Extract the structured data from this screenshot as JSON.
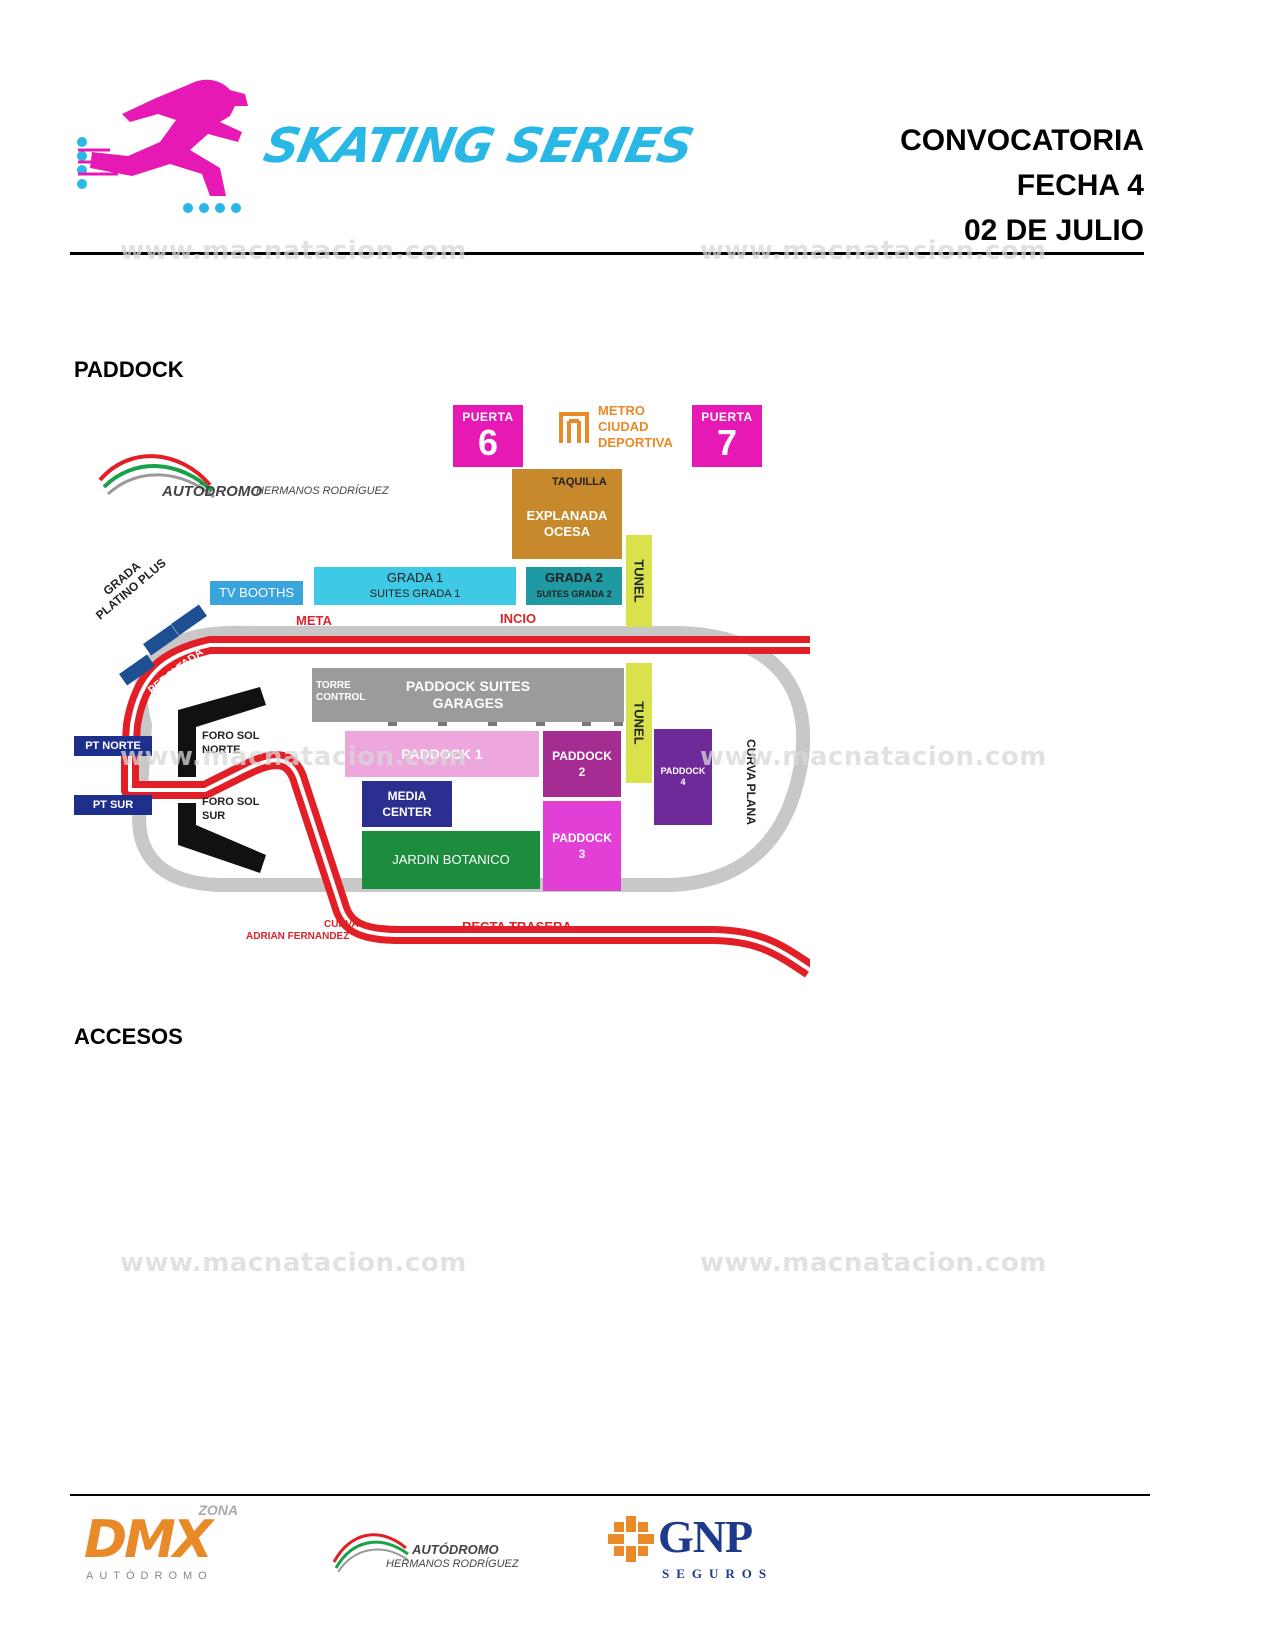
{
  "header": {
    "brand": "SKATING SERIES",
    "title_line1": "CONVOCATORIA",
    "title_line2": "FECHA 4",
    "title_line3": "02 DE JULIO"
  },
  "watermark": "www.macnatacion.com",
  "sections": {
    "paddock": "PADDOCK",
    "accesos": "ACCESOS"
  },
  "map": {
    "venue_word1": "AUTÓDROMO",
    "venue_word2": "HERMANOS RODRÍGUEZ",
    "puerta_label": "PUERTA",
    "puerta6": "6",
    "puerta7": "7",
    "metro": "METRO",
    "ciudad": "CIUDAD",
    "deportiva": "DEPORTIVA",
    "taquilla": "TAQUILLA",
    "explanada": "EXPLANADA",
    "ocesa": "OCESA",
    "tunel": "TUNEL",
    "tv_booths": "TV BOOTHS",
    "grada1": "GRADA 1",
    "suites_grada1": "SUITES GRADA 1",
    "grada2": "GRADA 2",
    "suites_grada2": "SUITES GRADA 2",
    "grada_platino_1": "GRADA",
    "grada_platino_2": "PLATINO PLUS",
    "meta": "META",
    "inicio": "INCIO",
    "peraltada": "PERALTADA",
    "torre": "TORRE",
    "control": "CONTROL",
    "paddock_suites": "PADDOCK SUITES",
    "garages": "GARAGES",
    "paddock1": "PADDOCK 1",
    "paddock_word": "PADDOCK",
    "n2": "2",
    "n3": "3",
    "n4": "4",
    "media": "MEDIA",
    "center": "CENTER",
    "jardin": "JARDIN BOTANICO",
    "pt_norte": "PT NORTE",
    "pt_sur": "PT SUR",
    "foro_sol": "FORO SOL",
    "norte": "NORTE",
    "sur": "SUR",
    "curva_plana": "CURVA PLANA",
    "curva": "CURVA",
    "adrian": "ADRIAN FERNANDEZ",
    "recta": "RECTA TRASERA"
  },
  "footer": {
    "zona": "ZONA",
    "dmx": "DMX",
    "autodromo_caps": "AUTÓDROMO",
    "ahr_word1": "AUTÓDROMO",
    "ahr_word2": "HERMANOS RODRÍGUEZ",
    "gnp": "GNP",
    "seguros": "SEGUROS"
  },
  "colors": {
    "pink": "#e619b5",
    "skating_blue": "#29b8e6",
    "track_red": "#e21f26",
    "metro_orange": "#e98a28"
  }
}
